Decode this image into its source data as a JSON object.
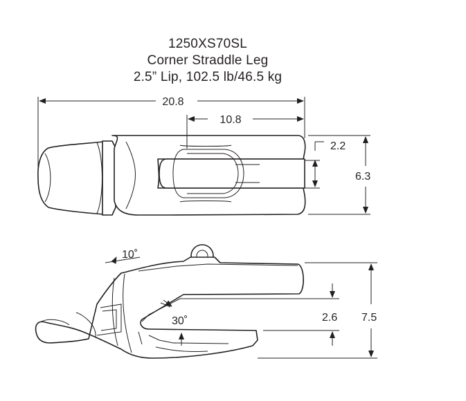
{
  "title": {
    "part_number": "1250XS70SL",
    "name": "Corner Straddle Leg",
    "spec": "2.5” Lip, 102.5 lb/46.5 kg"
  },
  "dimensions": {
    "overall_length": "20.8",
    "leg_length": "10.8",
    "slot_width": "2.2",
    "width": "6.3",
    "top_angle": "10˚",
    "inner_angle": "30˚",
    "slot_height": "2.6",
    "height": "7.5"
  }
}
